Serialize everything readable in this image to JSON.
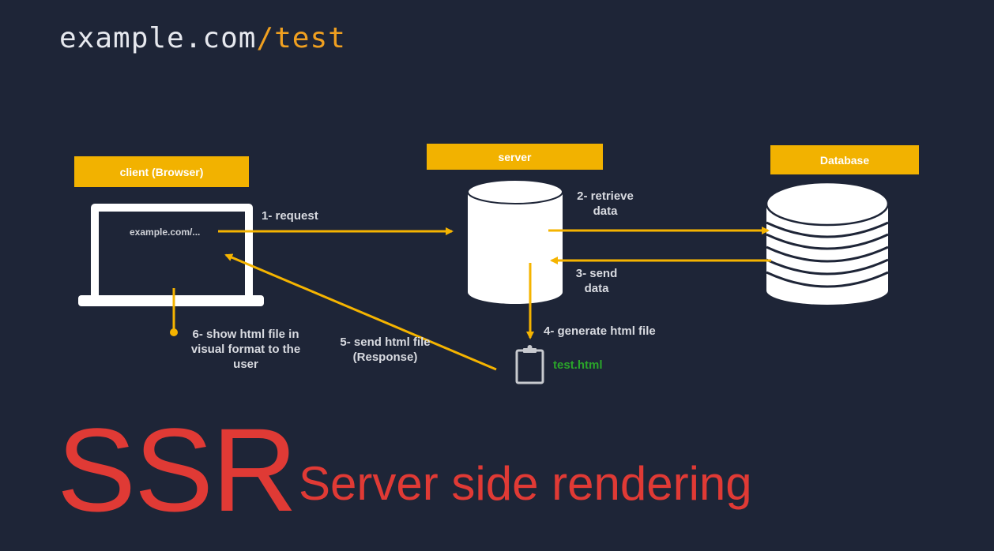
{
  "title": {
    "domain": "example.com",
    "path": "/test"
  },
  "nodes": {
    "client": {
      "label": "client (Browser)",
      "screen_text": "example.com/..."
    },
    "server": {
      "label": "server"
    },
    "database": {
      "label": "Database"
    },
    "file": {
      "name": "test.html"
    }
  },
  "steps": {
    "s1": "1- request",
    "s2_line1": "2- retrieve",
    "s2_line2": "data",
    "s3_line1": "3- send",
    "s3_line2": "data",
    "s4": "4- generate html file",
    "s5_line1": "5- send html file",
    "s5_line2": "(Response)",
    "s6_line1": "6- show html file in",
    "s6_line2": "visual format to the",
    "s6_line3": "user"
  },
  "footer": {
    "acronym": "SSR",
    "full": "Server side rendering"
  },
  "colors": {
    "background": "#1e2537",
    "accent": "#f2b200",
    "arrow": "#f5b400",
    "title_red": "#e03a35",
    "file_green": "#2aa52a"
  }
}
